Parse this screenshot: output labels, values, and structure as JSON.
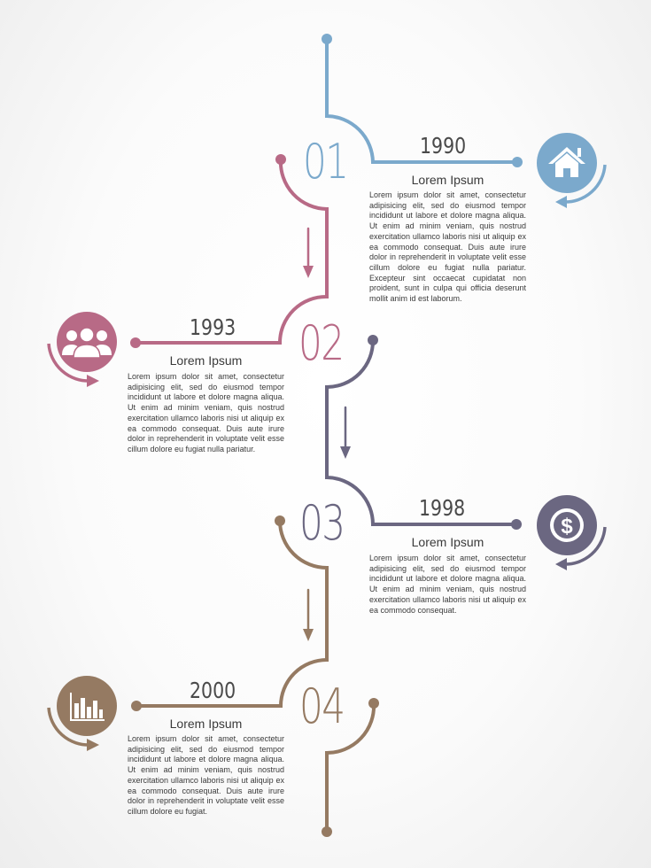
{
  "colors": {
    "step1": "#7ba9cc",
    "step2": "#b86a86",
    "step3": "#6b6781",
    "step4": "#957a62"
  },
  "steps": [
    {
      "number": "01",
      "year": "1990",
      "title": "Lorem Ipsum",
      "text": "Lorem ipsum dolor sit amet, consectetur adipisicing elit, sed do eiusmod tempor incididunt ut labore et dolore magna aliqua. Ut enim ad minim veniam, quis nostrud exercitation ullamco laboris nisi ut aliquip ex ea commodo consequat. Duis aute irure dolor in reprehenderit in voluptate velit esse cillum dolore eu fugiat nulla pariatur. Excepteur sint occaecat cupidatat non proident, sunt in culpa qui officia deserunt mollit anim id est laborum.",
      "icon": "house-icon"
    },
    {
      "number": "02",
      "year": "1993",
      "title": "Lorem Ipsum",
      "text": "Lorem ipsum dolor sit amet, consectetur adipisicing elit, sed do eiusmod tempor incididunt ut labore et dolore magna aliqua. Ut enim ad minim veniam, quis nostrud exercitation ullamco laboris nisi ut aliquip ex ea commodo consequat. Duis aute irure dolor in reprehenderit in voluptate velit esse cillum dolore eu fugiat nulla pariatur.",
      "icon": "people-icon"
    },
    {
      "number": "03",
      "year": "1998",
      "title": "Lorem Ipsum",
      "text": "Lorem ipsum dolor sit amet, consectetur adipisicing elit, sed do eiusmod tempor incididunt ut labore et dolore magna aliqua. Ut enim ad minim veniam, quis nostrud exercitation ullamco laboris nisi ut aliquip ex ea commodo consequat.",
      "icon": "dollar-coin-icon"
    },
    {
      "number": "04",
      "year": "2000",
      "title": "Lorem Ipsum",
      "text": "Lorem ipsum dolor sit amet, consectetur adipisicing elit, sed do eiusmod tempor incididunt ut labore et dolore magna aliqua. Ut enim ad minim veniam, quis nostrud exercitation ullamco laboris nisi ut aliquip ex ea commodo consequat. Duis aute irure dolor in reprehenderit in voluptate velit esse cillum dolore eu fugiat.",
      "icon": "bar-chart-icon"
    }
  ]
}
